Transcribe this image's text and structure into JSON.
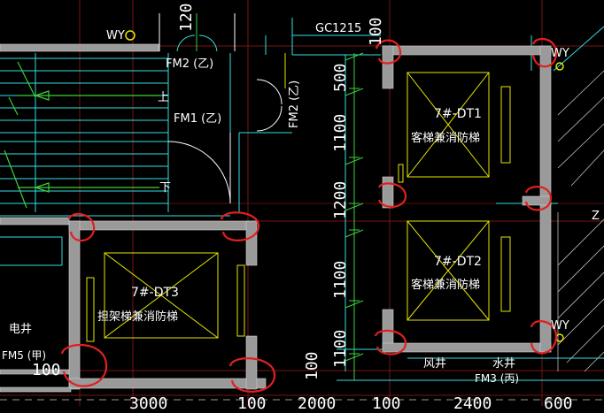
{
  "labels": {
    "wy_top": "WY",
    "wy_right_top": "WY",
    "wy_right_bottom": "WY",
    "gc": "GC1215",
    "fm2_top": "FM2 (乙)",
    "fm1": "FM1 (乙)",
    "fm2_vertical": "FM2 (乙)",
    "shang": "上",
    "xia": "下",
    "dt1_code": "7#-DT1",
    "dt1_name": "客梯兼消防梯",
    "dt2_code": "7#-DT2",
    "dt2_name": "客梯兼消防梯",
    "dt3_code": "7#-DT3",
    "dt3_name": "担架梯兼消防梯",
    "dianjing": "电井",
    "fm5": "FM5 (甲)",
    "fengjing": "风井",
    "shuijing": "水井",
    "fm3": "FM3 (丙)",
    "z": "Z"
  },
  "dims": {
    "v_500": "500",
    "v_1100a": "1100",
    "v_1200": "1200",
    "v_1100b": "1100",
    "v_1100c": "1100",
    "v_100_top": "100",
    "v_100_bottom": "100",
    "v_120": "120",
    "h_100_left": "100",
    "b_3000": "3000",
    "b_100": "100",
    "b_2000": "2000",
    "b_100b": "100",
    "b_2400": "2400",
    "b_600": "600"
  },
  "colors": {
    "wall": "#9a9a9a",
    "cyan": "#33e0e0",
    "yellow": "#e6e600",
    "green": "#3ad23a",
    "red": "#e02020",
    "white": "#ffffff",
    "darkred": "#8b1a1a"
  }
}
